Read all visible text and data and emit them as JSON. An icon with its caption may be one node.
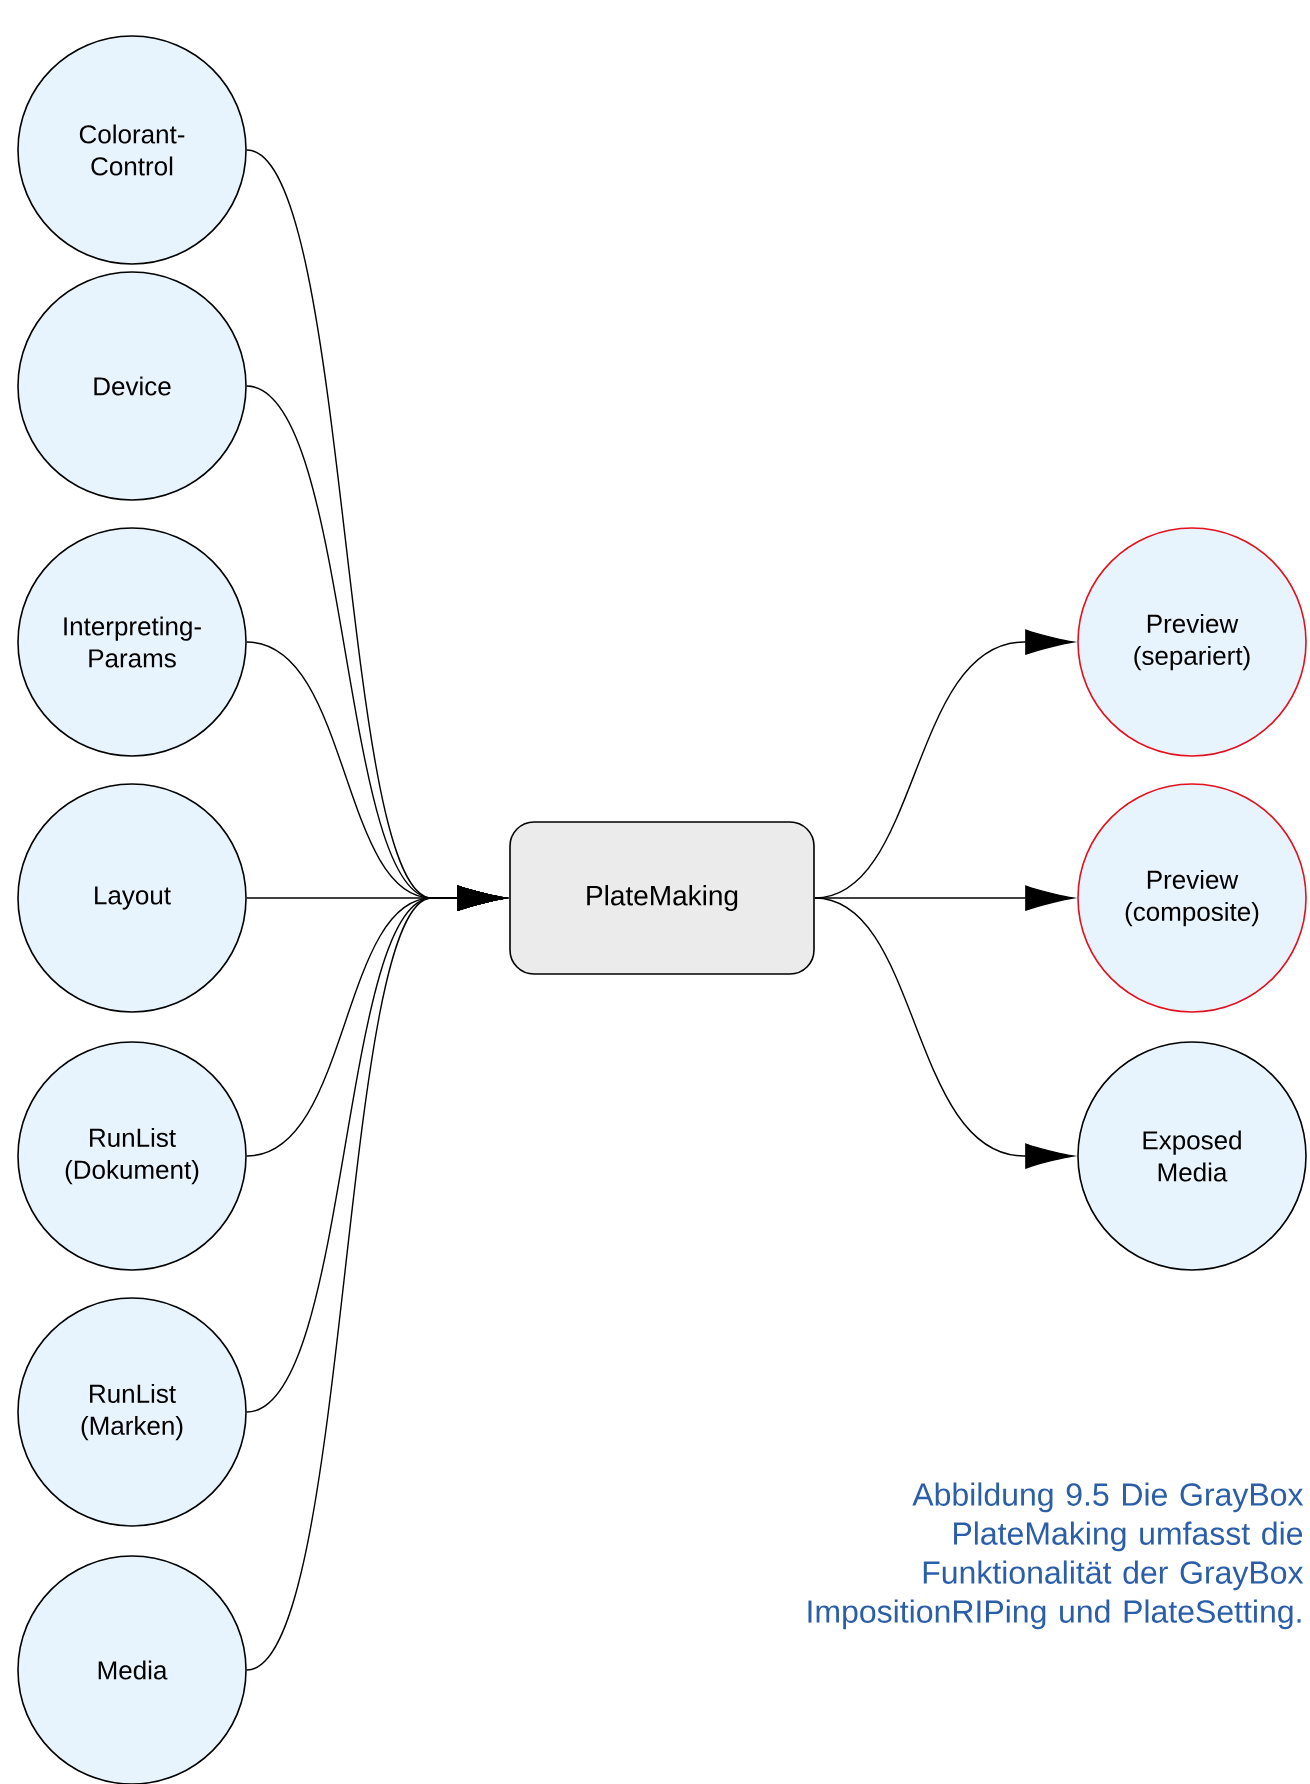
{
  "diagram": {
    "caption": "Abbildung 9.5 Die GrayBox PlateMaking umfasst die Funktionalität der GrayBox ImpositionRIPing und PlateSetting.",
    "nodes": [
      {
        "text": [
          "Colorant-Control"
        ]
      },
      {
        "text": [
          "Device"
        ]
      },
      {
        "text": [
          "Interpreting-Params"
        ]
      },
      {
        "text": [
          "Layout"
        ]
      },
      {
        "text": [
          "RunList (Dokument)"
        ]
      },
      {
        "text": [
          "RunList (Marken)"
        ]
      },
      {
        "text": [
          "Media"
        ]
      },
      {
        "text": [
          "PlateMaking"
        ]
      },
      {
        "text": [
          "Preview (separiert)"
        ]
      },
      {
        "text": [
          "Preview (composite)"
        ]
      },
      {
        "text": [
          "Exposed Media"
        ]
      }
    ],
    "edges": [
      {
        "from": 0,
        "to": 7,
        "arrow": "to"
      },
      {
        "from": 1,
        "to": 7,
        "arrow": "to"
      },
      {
        "from": 2,
        "to": 7,
        "arrow": "to"
      },
      {
        "from": 3,
        "to": 7,
        "arrow": "to"
      },
      {
        "from": 4,
        "to": 7,
        "arrow": "to"
      },
      {
        "from": 5,
        "to": 7,
        "arrow": "to"
      },
      {
        "from": 6,
        "to": 7,
        "arrow": "to"
      },
      {
        "from": 7,
        "to": 8,
        "arrow": "to"
      },
      {
        "from": 7,
        "to": 9,
        "arrow": "to"
      },
      {
        "from": 7,
        "to": 10,
        "arrow": "to"
      }
    ]
  }
}
